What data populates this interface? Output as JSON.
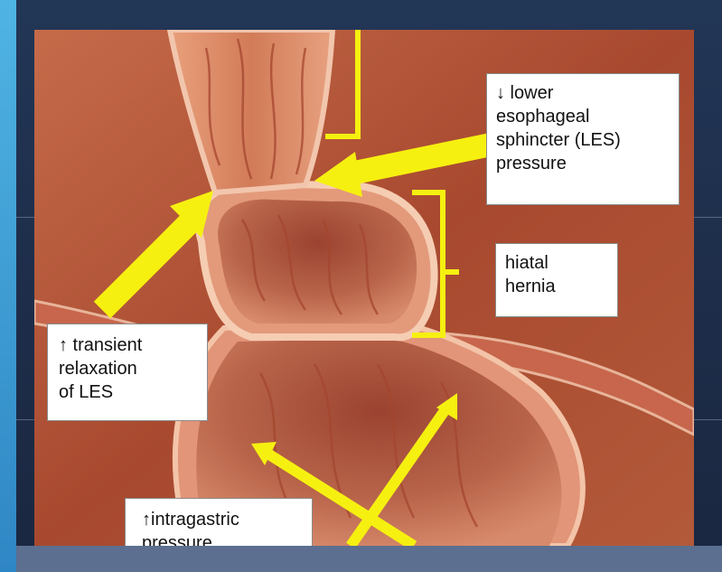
{
  "labels": {
    "les": [
      "↓ lower",
      "esophageal",
      "sphincter (LES)",
      "pressure"
    ],
    "hernia": [
      "hiatal",
      "hernia"
    ],
    "transient": [
      "↑ transient",
      "relaxation",
      "of LES"
    ],
    "intragastric": [
      "↑intragastric",
      "pressure"
    ]
  },
  "colors": {
    "arrow": "#f6f010",
    "background": "#1f3050",
    "accent_strip": "#3c9fd6",
    "tissue": "#b25a3c"
  }
}
